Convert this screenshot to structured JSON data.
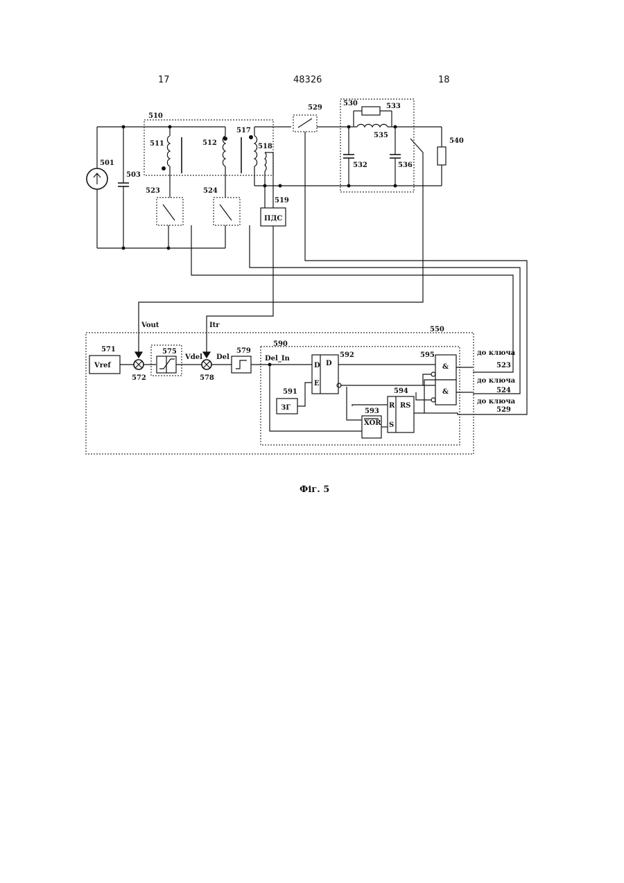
{
  "header": {
    "left": "17",
    "center": "48326",
    "right": "18"
  },
  "labels": {
    "l501": "501",
    "l503": "503",
    "l510": "510",
    "l511": "511",
    "l512": "512",
    "l517": "517",
    "l518": "518",
    "l519": "519",
    "l523": "523",
    "l524": "524",
    "l529": "529",
    "l530": "530",
    "l532": "532",
    "l533": "533",
    "l535": "535",
    "l536": "536",
    "l540": "540",
    "l550": "550",
    "l571": "571",
    "l572": "572",
    "l575": "575",
    "l578": "578",
    "l579": "579",
    "l590": "590",
    "l591": "591",
    "l592": "592",
    "l593": "593",
    "l594": "594",
    "l595": "595"
  },
  "blocks": {
    "pds": "ПДС",
    "vref": "Vref",
    "zg": "ЗГ",
    "xor": "XOR",
    "rs": "RS",
    "and": "&",
    "d": "D",
    "e": "E",
    "r": "R",
    "s": "S",
    "d_out": "D"
  },
  "signals": {
    "vout": "Vout",
    "itr": "Itr",
    "vdel": "Vdel",
    "del": "Del",
    "del_in": "Del_In"
  },
  "outputs": [
    {
      "text": "до ключа",
      "num": "523"
    },
    {
      "text": "до ключа",
      "num": "524"
    },
    {
      "text": "до ключа",
      "num": "529"
    }
  ],
  "caption": "Фіг. 5"
}
